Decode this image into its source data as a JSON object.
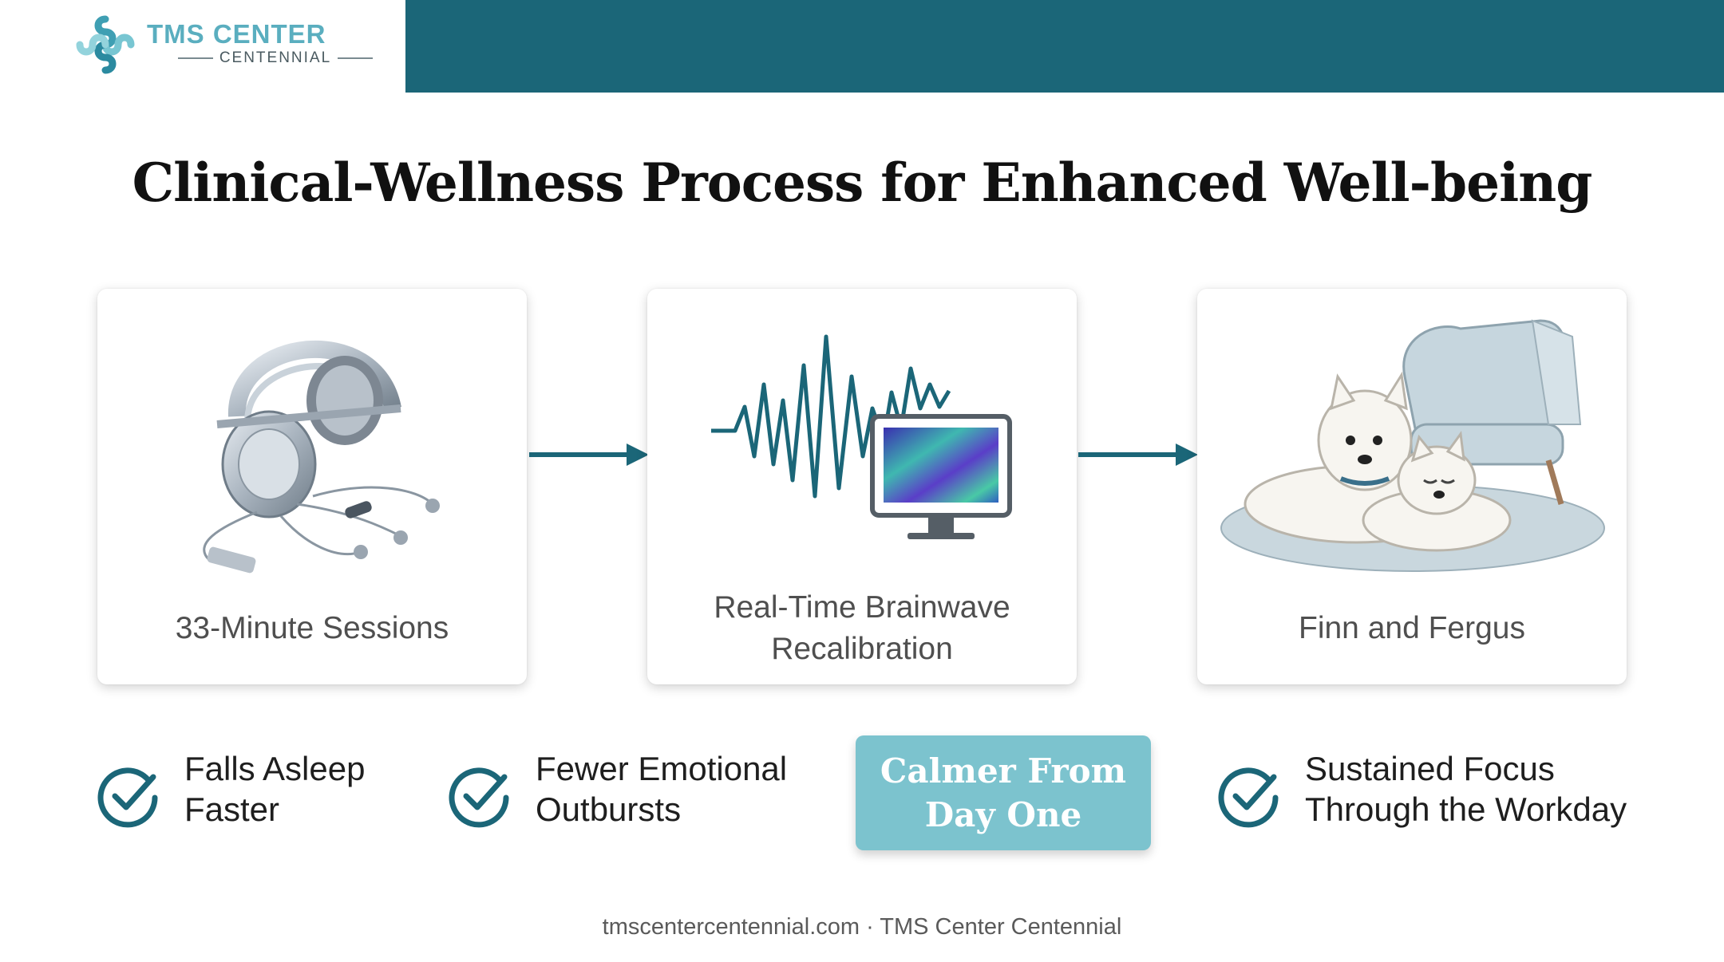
{
  "brand": {
    "name": "TMS CENTER",
    "subtitle": "CENTENNIAL"
  },
  "colors": {
    "header_bar": "#1b6678",
    "accent_teal": "#1b6678",
    "highlight_bg": "#7cc3ce",
    "logo_teal": "#5aaebf"
  },
  "title": "Clinical-Wellness Process for Enhanced Well-being",
  "steps": [
    {
      "label": "33-Minute Sessions",
      "icon": "eeg-headset-icon"
    },
    {
      "label": "Real-Time Brainwave Recalibration",
      "icon": "brainwave-monitor-icon"
    },
    {
      "label": "Finn and Fergus",
      "icon": "westie-dogs-icon"
    }
  ],
  "benefits": [
    {
      "label": "Falls Asleep Faster",
      "icon": "check-circle-icon"
    },
    {
      "label": "Fewer Emotional Outbursts",
      "icon": "check-circle-icon"
    },
    {
      "label": "Sustained Focus Through the Workday",
      "icon": "check-circle-icon"
    }
  ],
  "highlight": "Calmer From Day One",
  "footer": "tmscentercentennial.com · TMS Center Centennial"
}
